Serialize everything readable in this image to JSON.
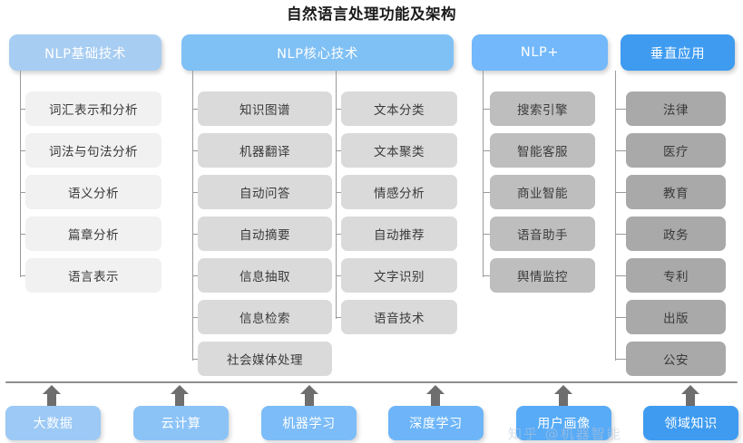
{
  "title": "自然语言处理功能及架构",
  "palette": {
    "header_1": "#a8cdf2",
    "header_2": "#7fc0f5",
    "header_3": "#72b8fa",
    "header_4": "#3e9bf0",
    "item_1": "#f1f1f1",
    "item_2": "#dadada",
    "item_3": "#bebebe",
    "item_4": "#a9a9a9",
    "line": "#9a9a9a",
    "arrow": "#6e6e6e",
    "title_color": "#1b1b1b"
  },
  "columns": [
    {
      "id": "nlp-basic",
      "header": "NLP基础技术",
      "items": [
        "词汇表示和分析",
        "词法与句法分析",
        "语义分析",
        "篇章分析",
        "语言表示"
      ]
    },
    {
      "id": "nlp-core",
      "header": "NLP核心技术",
      "items": [
        "知识图谱",
        "机器翻译",
        "自动问答",
        "自动摘要",
        "信息抽取",
        "信息检索",
        "社会媒体处理"
      ]
    },
    {
      "id": "nlp-core-2",
      "header": "",
      "items": [
        "文本分类",
        "文本聚类",
        "情感分析",
        "自动推荐",
        "文字识别",
        "语音技术"
      ]
    },
    {
      "id": "nlp-plus",
      "header": "NLP+",
      "items": [
        "搜索引擎",
        "智能客服",
        "商业智能",
        "语音助手",
        "舆情监控"
      ]
    },
    {
      "id": "vertical-apps",
      "header": "垂直应用",
      "items": [
        "法律",
        "医疗",
        "教育",
        "政务",
        "专利",
        "出版",
        "公安"
      ]
    }
  ],
  "foundation": {
    "items": [
      "大数据",
      "云计算",
      "机器学习",
      "深度学习",
      "用户画像",
      "领域知识"
    ],
    "colors": [
      "#9cc9f5",
      "#8cc3f7",
      "#7cbcf8",
      "#6db5f8",
      "#58abf6",
      "#3e9bf0"
    ]
  },
  "watermark": "知乎 @机器智能"
}
